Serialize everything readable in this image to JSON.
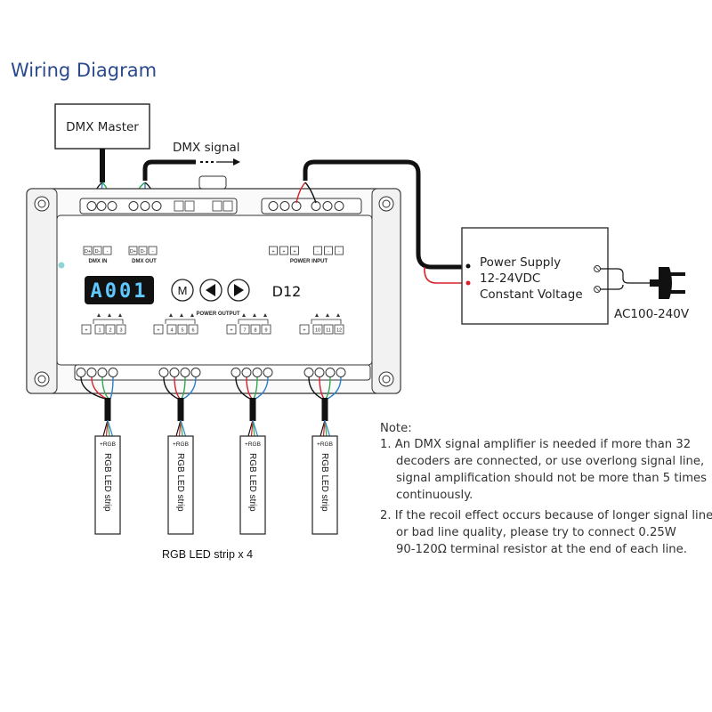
{
  "title": "Wiring Diagram",
  "dmx_master": "DMX Master",
  "dmx_signal": "DMX signal",
  "controller": {
    "model": "D12",
    "display": "A001",
    "mode_button": "M",
    "dmx_in_label": "DMX IN",
    "dmx_out_label": "DMX OUT",
    "power_input_label": "POWER INPUT",
    "power_output_label": "POWER OUTPUT",
    "dmx_terminals": [
      "D+",
      "D-",
      "-"
    ],
    "power_input_terminals": [
      "+",
      "+",
      "+",
      "-",
      "-",
      "-"
    ],
    "output_channels": [
      "1",
      "2",
      "3",
      "4",
      "5",
      "6",
      "7",
      "8",
      "9",
      "10",
      "11",
      "12"
    ],
    "plus": "+"
  },
  "power_supply": {
    "line1": "Power Supply",
    "line2": "12-24VDC",
    "line3": "Constant Voltage",
    "ac_label": "AC100-240V"
  },
  "led_strips": {
    "label": "RGB LED strip",
    "code": "+RGB",
    "caption": "RGB LED strip x 4"
  },
  "notes": {
    "heading": "Note:",
    "lines": [
      "1. An DMX signal amplifier is needed if more than 32",
      "decoders are connected, or use overlong signal line,",
      "signal amplification should not be more than 5 times",
      "continuously.",
      "2. If the recoil effect occurs because of longer signal line",
      "or bad line quality, please try to connect 0.25W",
      "90-120Ω terminal resistor at the end of each line."
    ]
  },
  "colors": {
    "title": "#2b4a8c",
    "wire_red": "#d8202a",
    "wire_green": "#2fa84f",
    "wire_blue": "#2a7fc9",
    "wire_black": "#111111",
    "display_bg": "#111111",
    "display_digits": "#5ec9ff"
  }
}
